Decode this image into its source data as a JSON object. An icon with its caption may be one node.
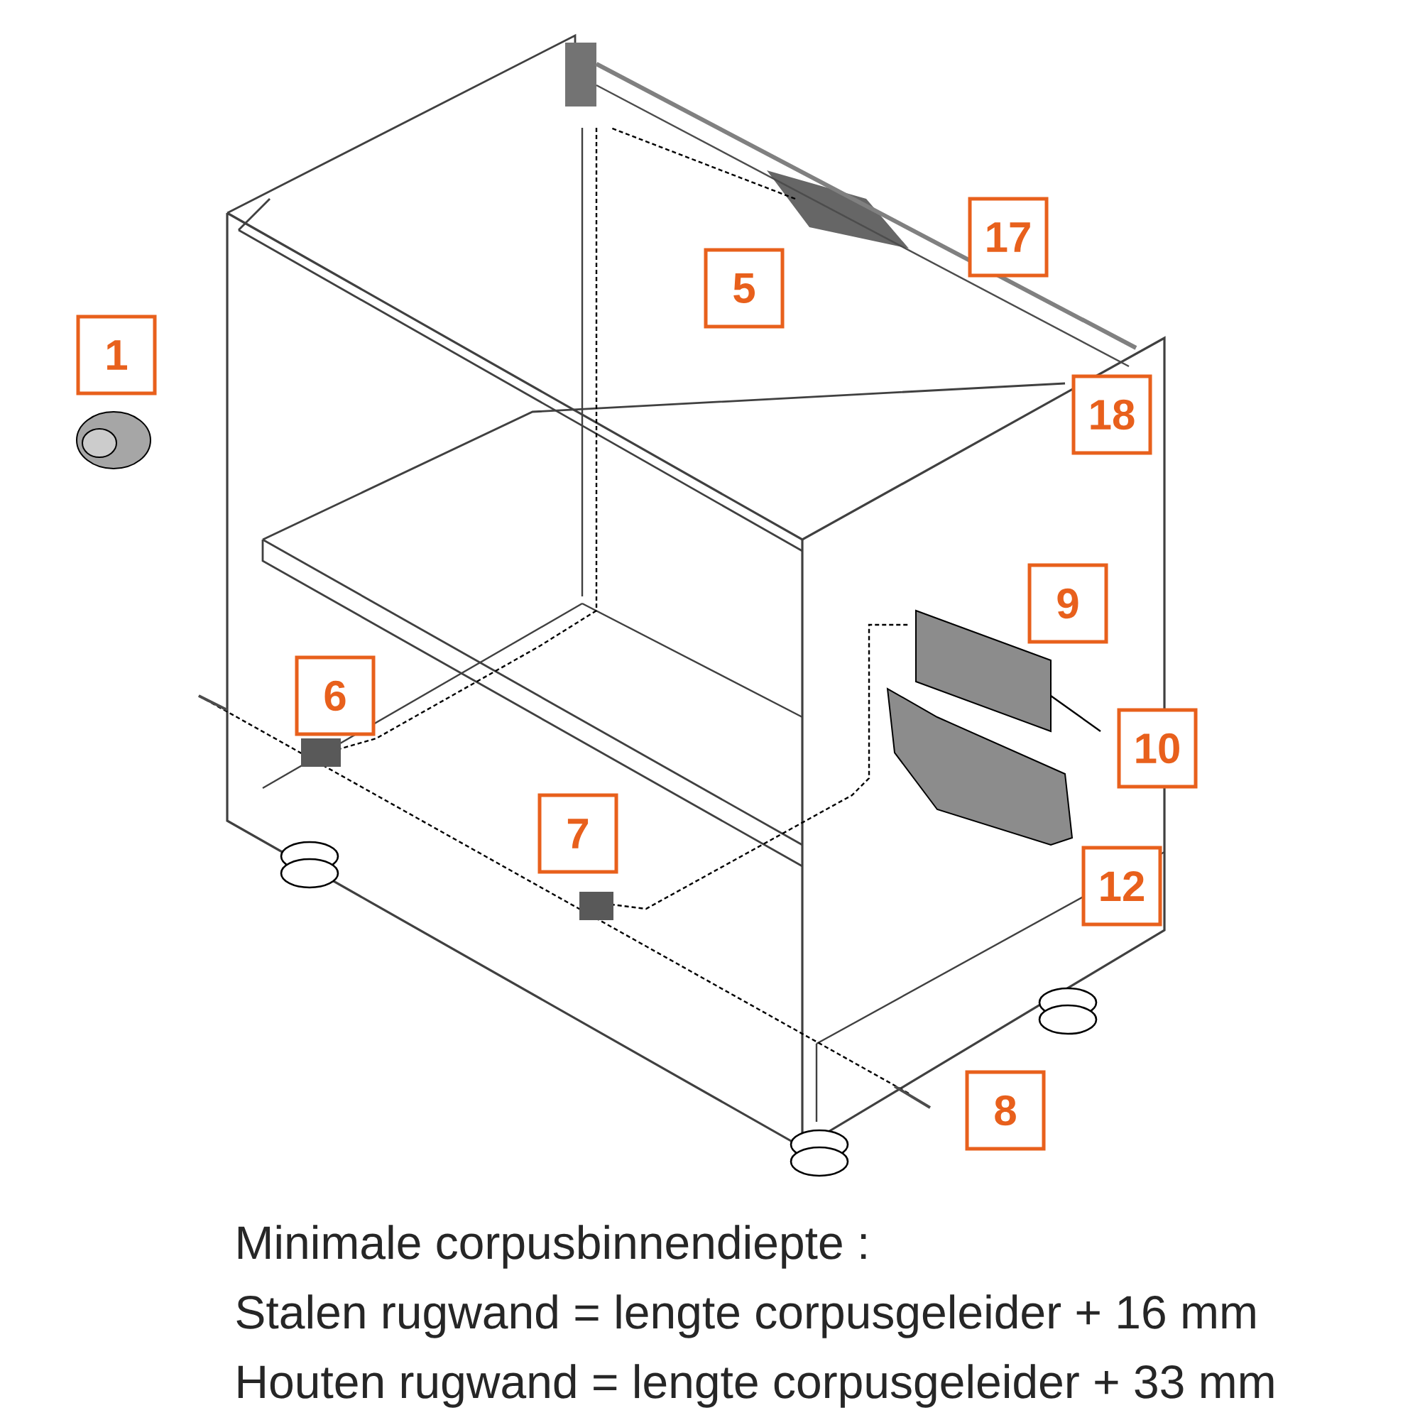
{
  "diagram": {
    "nodes": [
      {
        "text": [
          "17"
        ]
      },
      {
        "text": [
          "5"
        ]
      },
      {
        "text": [
          "1"
        ]
      },
      {
        "text": [
          "18"
        ]
      },
      {
        "text": [
          "9"
        ]
      },
      {
        "text": [
          "6"
        ]
      },
      {
        "text": [
          "10"
        ]
      },
      {
        "text": [
          "7"
        ]
      },
      {
        "text": [
          "12"
        ]
      },
      {
        "text": [
          "8"
        ]
      }
    ],
    "edges": [],
    "labels": [
      "Minimale corpusbinnendiepte :",
      "Stalen rugwand = lengte corpusgeleider + 16 mm",
      "Houten rugwand = lengte corpusgeleider + 33 mm"
    ]
  }
}
